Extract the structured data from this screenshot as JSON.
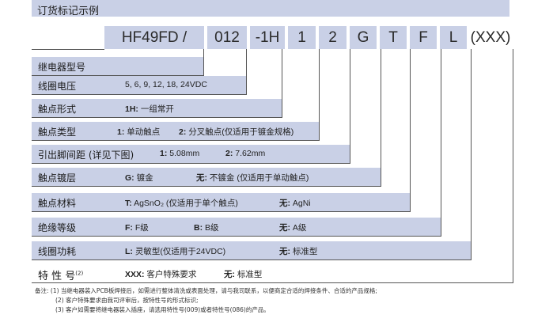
{
  "header": {
    "title": "订货标记示例"
  },
  "code": {
    "parts": [
      "HF49FD /",
      "012",
      "-1H",
      "1",
      "2",
      "G",
      "T",
      "F",
      "L",
      "(XXX)"
    ]
  },
  "rows": [
    {
      "label": "继电器型号",
      "options": []
    },
    {
      "label": "线圈电压",
      "options": [
        {
          "key": "",
          "text": "5, 6, 9, 12, 18, 24VDC"
        }
      ]
    },
    {
      "label": "触点形式",
      "options": [
        {
          "key": "1H:",
          "text": " 一组常开"
        }
      ]
    },
    {
      "label": "触点类型",
      "options": [
        {
          "key": "1:",
          "text": " 单动触点"
        },
        {
          "key": "2:",
          "text": " 分叉触点(仅适用于镀金规格)"
        }
      ]
    },
    {
      "label": "引出脚间距 (详见下图)",
      "options": [
        {
          "key": "1:",
          "text": " 5.08mm"
        },
        {
          "key": "2:",
          "text": " 7.62mm"
        }
      ]
    },
    {
      "label": "触点镀层",
      "options": [
        {
          "key": "G:",
          "text": " 镀金"
        },
        {
          "key": "无:",
          "text": " 不镀金 (仅适用于单动触点)"
        }
      ]
    },
    {
      "label": "触点材料",
      "options": [
        {
          "key": "T:",
          "text": " AgSnO₂ (仅适用于单个触点)"
        },
        {
          "key": "无:",
          "text": " AgNi"
        }
      ]
    },
    {
      "label": "绝缘等级",
      "options": [
        {
          "key": "F:",
          "text": " F级"
        },
        {
          "key": "B:",
          "text": " B级"
        },
        {
          "key": "无:",
          "text": " A级"
        }
      ]
    },
    {
      "label": "线圈功耗",
      "options": [
        {
          "key": "L:",
          "text": " 灵敏型(仅适用于24VDC)"
        },
        {
          "key": "无:",
          "text": " 标准型"
        }
      ]
    },
    {
      "label": "特 性 号",
      "sup": "(2)",
      "options": [
        {
          "key": "XXX:",
          "text": " 客户特殊要求"
        },
        {
          "key": "无:",
          "text": " 标准型"
        }
      ]
    }
  ],
  "notes": [
    "备注: (1) 当继电器装入PCB板焊接后，如需进行整体清洗或表面处理，请与我司联系，以便商定合适的焊接条件、合适的产品规格;",
    "(2) 客户特殊要求由我司评审后，按特性号的形式标识;",
    "(3) 客户如需要将继电器装入插座，请选用特性号(009)或者特性号(086)的产品。"
  ]
}
